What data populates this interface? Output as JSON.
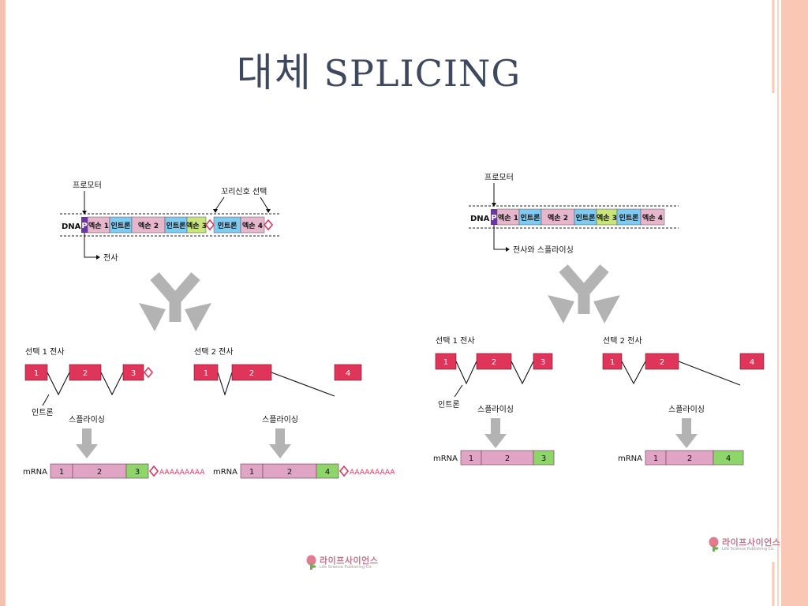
{
  "slide": {
    "title_ko": "대체",
    "title_en": "SPLICING"
  },
  "colors": {
    "background": "#ffffff",
    "title": "#3e4960",
    "border_left": "#f6c2b0",
    "border_right": "#f9c7b4",
    "exon_red": "#e0355b",
    "mrna_pink": "#e0a5c4",
    "mrna_green": "#8fd66a",
    "arrow_gray": "#b3b3b3",
    "exon_seg": "#e6b7cc",
    "intron_seg": "#7ecaf0",
    "exon3_seg": "#c8e47a",
    "promoter": "#6b35a8"
  },
  "left": {
    "promoter_label": "프로모터",
    "polyA_label": "꼬리신호 선택",
    "dna_label": "DNA",
    "p_label": "P",
    "segments": [
      "엑손 1",
      "인트론",
      "엑손 2",
      "인트론",
      "엑손 3",
      "인트론",
      "엑손 4"
    ],
    "transcription_label": "전사",
    "choice1_label": "선택 1  전사",
    "choice2_label": "선택 2  전사",
    "choice1_exons": [
      "1",
      "2",
      "3"
    ],
    "choice2_exons": [
      "1",
      "2",
      "4"
    ],
    "intron_label": "인트론",
    "splicing_label": "스플라이싱",
    "mrna_label": "mRNA",
    "mrna1": [
      "1",
      "2",
      "3"
    ],
    "mrna2": [
      "1",
      "2",
      "4"
    ],
    "polya_tail": "AAAAAAAAA"
  },
  "right": {
    "promoter_label": "프로모터",
    "dna_label": "DNA",
    "p_label": "P",
    "segments": [
      "엑손 1",
      "인트론",
      "엑손 2",
      "인트론",
      "엑손 3",
      "인트론",
      "엑손 4"
    ],
    "transcription_label": "전사와 스플라이싱",
    "choice1_label": "선택 1   전사",
    "choice2_label": "선택 2   전사",
    "choice1_exons": [
      "1",
      "2",
      "3"
    ],
    "choice2_exons": [
      "1",
      "2",
      "4"
    ],
    "intron_label": "인트론",
    "splicing_label": "스플라이싱",
    "mrna_label": "mRNA",
    "mrna1": [
      "1",
      "2",
      "3"
    ],
    "mrna2": [
      "1",
      "2",
      "4"
    ]
  },
  "publisher": {
    "name_ko": "라이프사이언스",
    "name_en": "Life Science Publishing Co."
  }
}
